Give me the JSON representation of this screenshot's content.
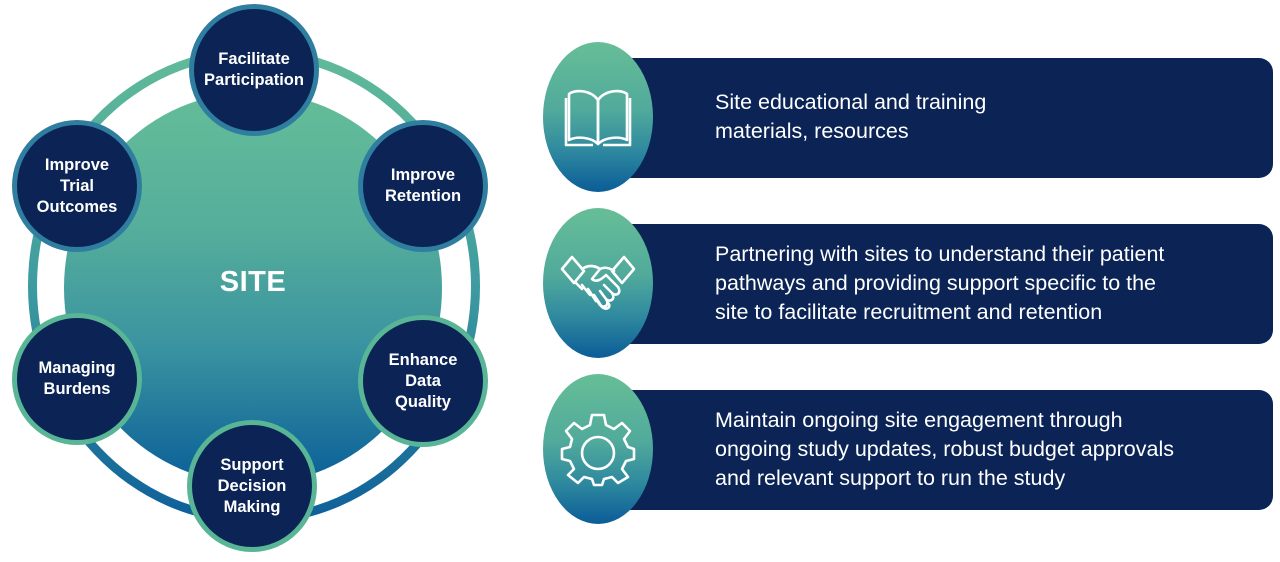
{
  "hub": {
    "center_label": "SITE",
    "nodes": [
      {
        "label": "Facilitate\nParticipation"
      },
      {
        "label": "Improve\nRetention"
      },
      {
        "label": "Enhance\nData\nQuality"
      },
      {
        "label": "Support\nDecision\nMaking"
      },
      {
        "label": "Managing\nBurdens"
      },
      {
        "label": "Improve\nTrial\nOutcomes"
      }
    ]
  },
  "cards": [
    {
      "icon": "book-icon",
      "text": "Site educational and training\nmaterials, resources"
    },
    {
      "icon": "handshake-icon",
      "text": "Partnering with sites to understand their patient\npathways and providing support specific to the\nsite to facilitate recruitment and retention"
    },
    {
      "icon": "gear-icon",
      "text": "Maintain ongoing site engagement through\nongoing study updates, robust budget approvals\nand relevant support to run the study"
    }
  ],
  "colors": {
    "navy": "#0b2455",
    "teal": "#62bb98",
    "blue": "#0d5e99"
  }
}
